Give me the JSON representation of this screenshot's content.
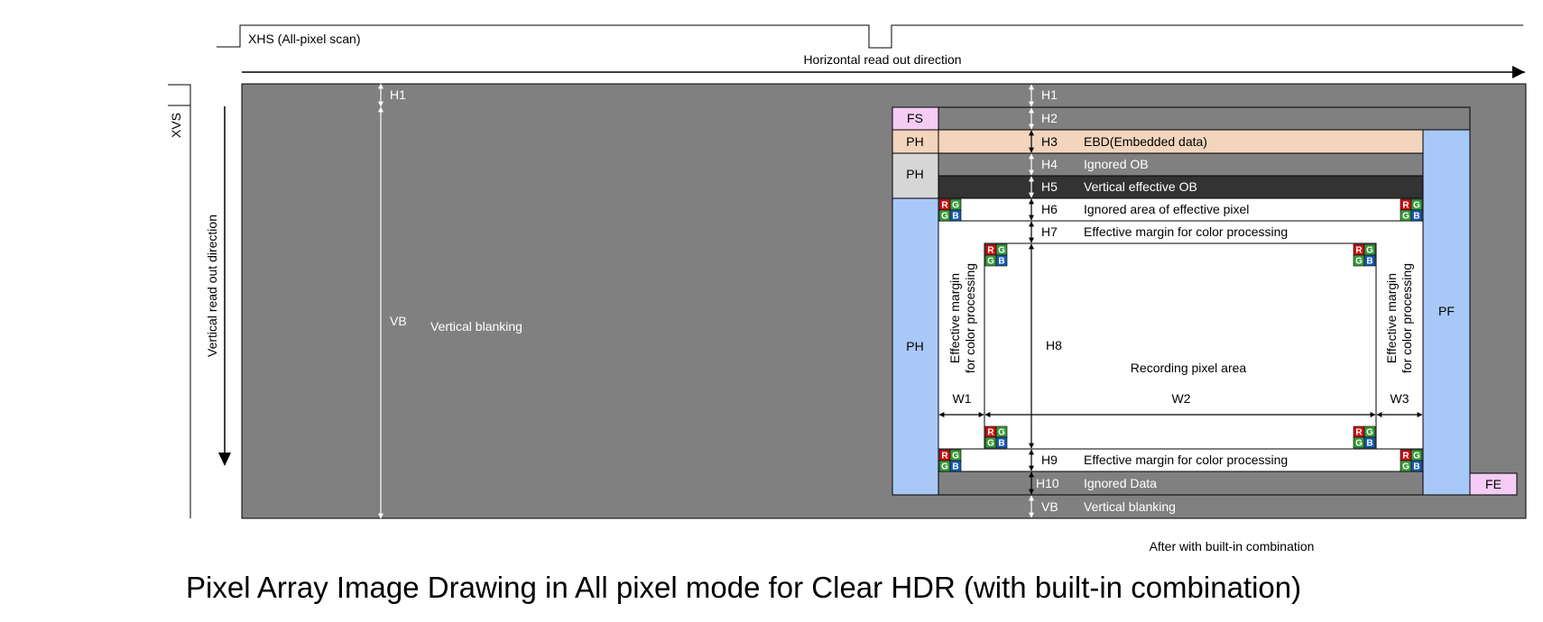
{
  "title": "Pixel Array Image Drawing in All pixel mode for Clear HDR (with built-in combination)",
  "subcaption": "After with built-in combination",
  "signals": {
    "xhs": "XHS (All-pixel scan)",
    "xvs": "XVS"
  },
  "directions": {
    "horizontal": "Horizontal read out direction",
    "vertical": "Vertical read out direction"
  },
  "left_region": {
    "h1": "H1",
    "vb": "VB",
    "vb_label": "Vertical blanking"
  },
  "rows": [
    {
      "id": "H1",
      "desc": ""
    },
    {
      "id": "H2",
      "desc": ""
    },
    {
      "id": "H3",
      "desc": "EBD(Embedded data)"
    },
    {
      "id": "H4",
      "desc": "Ignored OB"
    },
    {
      "id": "H5",
      "desc": "Vertical effective OB"
    },
    {
      "id": "H6",
      "desc": "Ignored area of effective pixel"
    },
    {
      "id": "H7",
      "desc": "Effective margin for color processing"
    },
    {
      "id": "H8",
      "desc": ""
    },
    {
      "id": "H9",
      "desc": "Effective margin for color processing"
    },
    {
      "id": "H10",
      "desc": "Ignored Data"
    },
    {
      "id": "VB",
      "desc": "Vertical blanking"
    }
  ],
  "packet_blocks": {
    "fs": "FS",
    "ph1": "PH",
    "ph2": "PH",
    "ph3": "PH",
    "pf": "PF",
    "fe": "FE"
  },
  "widths": {
    "w1": "W1",
    "w2": "W2",
    "w3": "W3"
  },
  "side_margin_label": [
    "Effective margin",
    "for color processing"
  ],
  "recording_area": "Recording pixel area",
  "bayer": [
    "R",
    "G",
    "G",
    "B"
  ],
  "colors": {
    "blanking": "#808080",
    "embedded": "#f2d5bc",
    "effective_ob": "#333333",
    "fs_fe": "#f4ccf4",
    "ph_pf": "#a8c8f8",
    "ph_grey": "#d6d6d6",
    "bayer_r": "#cc1111",
    "bayer_g": "#3a9a3a",
    "bayer_b": "#1a5ab0"
  }
}
